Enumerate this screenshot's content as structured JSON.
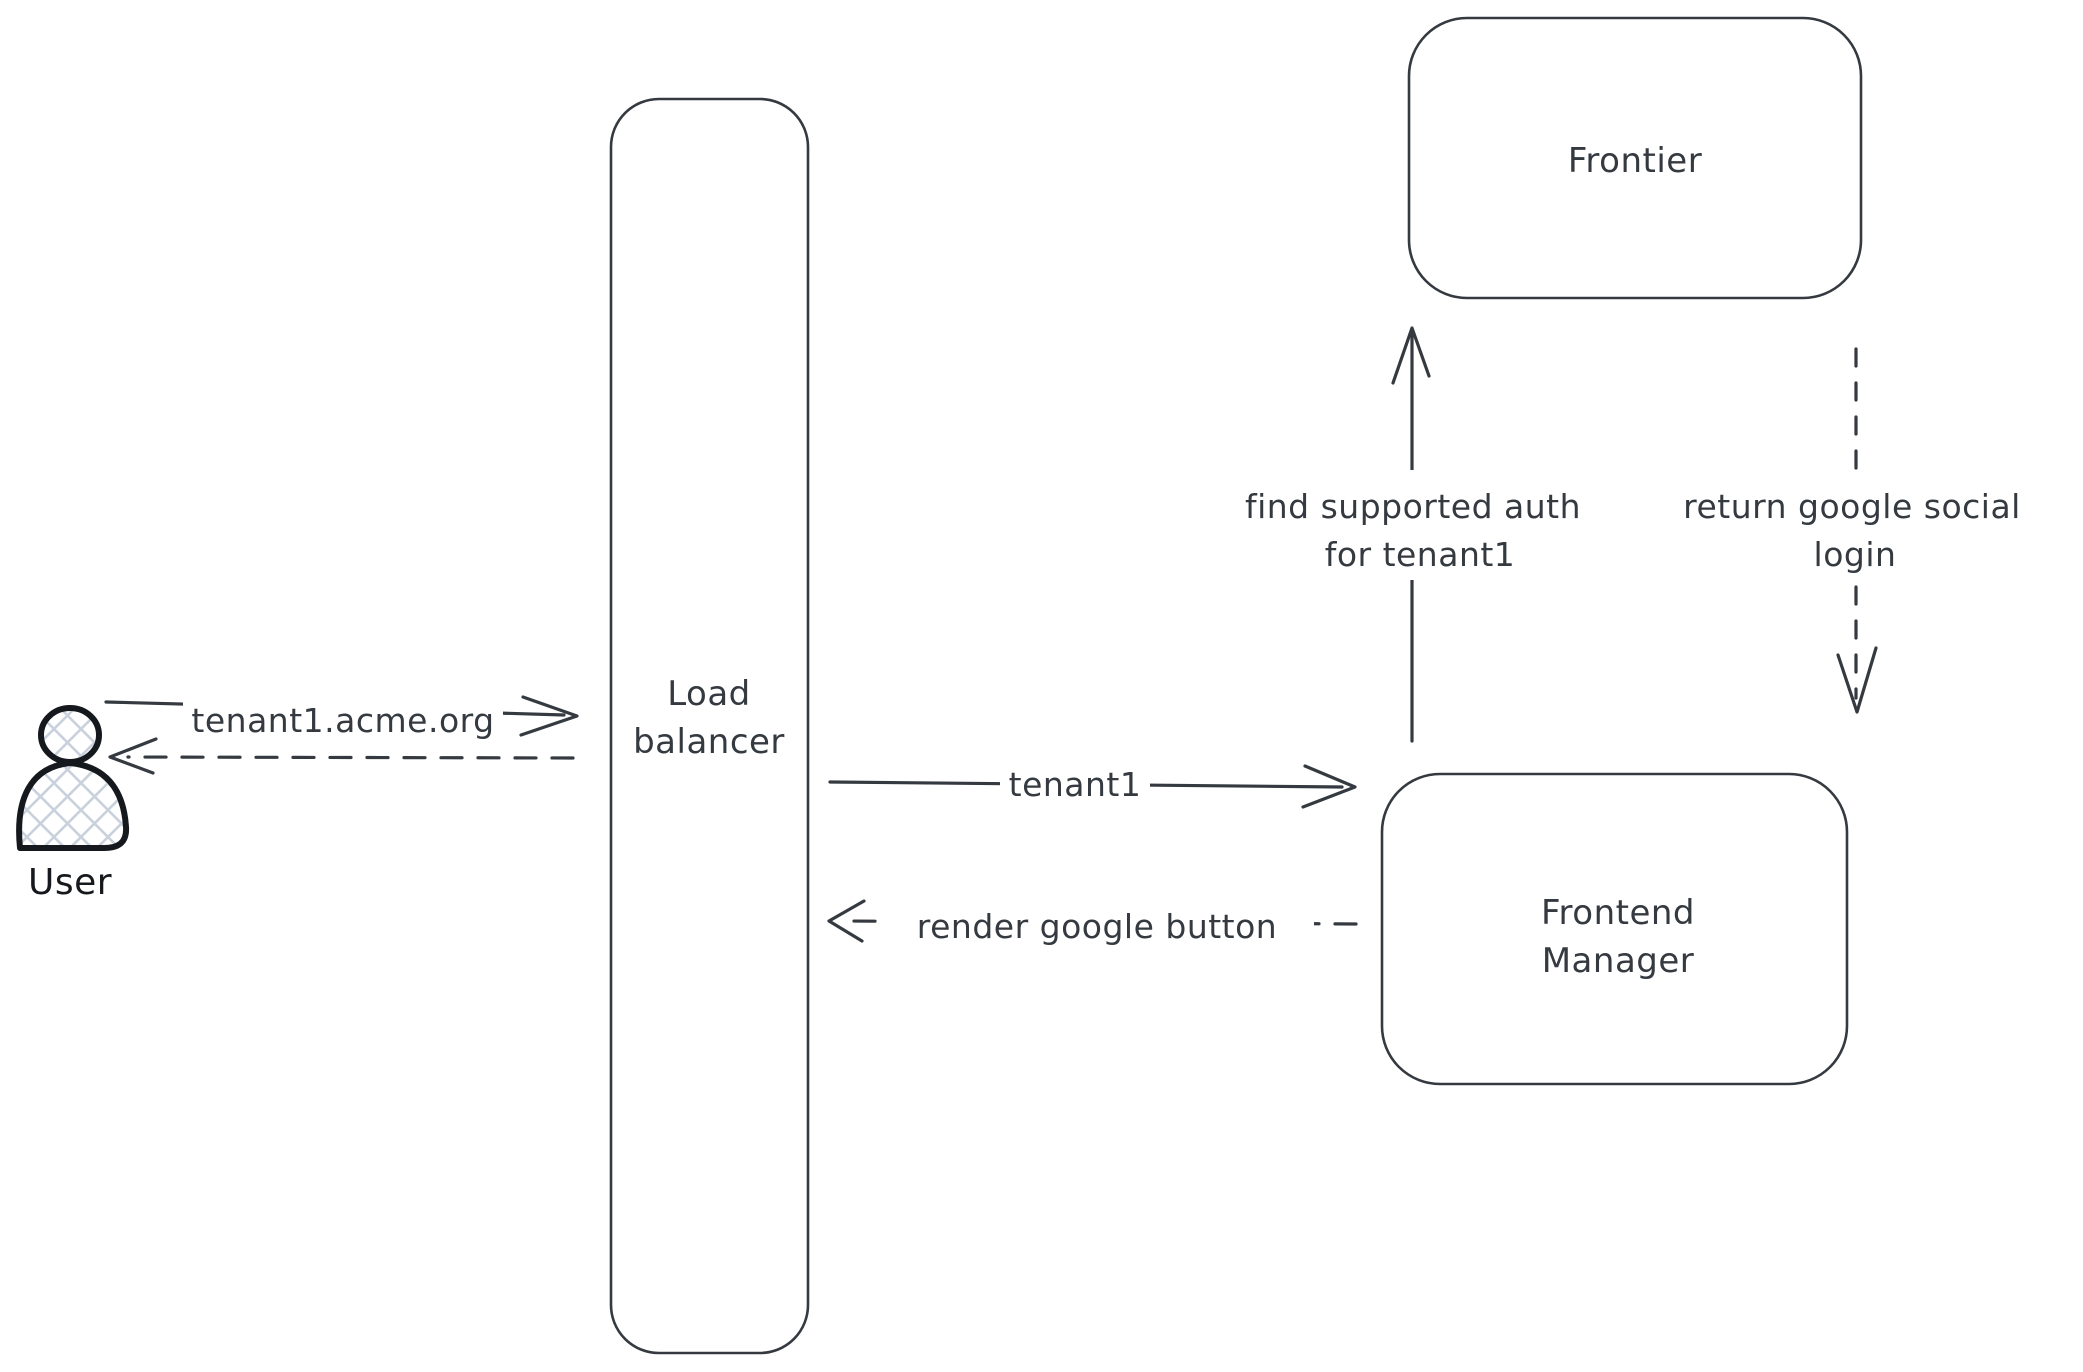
{
  "diagram": {
    "background": "#ffffff",
    "stroke_color": "#343a40",
    "actor_color": "#15181c",
    "hatch_color": "#c9d1dc",
    "nodes": {
      "user": {
        "label": "User",
        "shape": "person-icon"
      },
      "load_balancer": {
        "line1": "Load",
        "line2": "balancer",
        "shape": "tall-rounded-rect"
      },
      "frontier": {
        "label": "Frontier",
        "shape": "rounded-rect"
      },
      "frontend_manager": {
        "line1": "Frontend",
        "line2": "Manager",
        "shape": "rounded-rect"
      }
    },
    "edges": {
      "user_to_load_balancer": {
        "label": "tenant1.acme.org",
        "style": "solid"
      },
      "load_balancer_to_user": {
        "style": "dashed"
      },
      "load_balancer_to_frontend_manager": {
        "label": "tenant1",
        "style": "solid"
      },
      "frontend_manager_to_load_balancer": {
        "label": "render google button",
        "style": "dashed"
      },
      "frontend_manager_to_frontier": {
        "line1": "find supported auth",
        "line2": "for tenant1",
        "style": "solid"
      },
      "frontier_to_frontend_manager": {
        "line1": "return google social",
        "line2": "login",
        "style": "dashed"
      }
    }
  }
}
